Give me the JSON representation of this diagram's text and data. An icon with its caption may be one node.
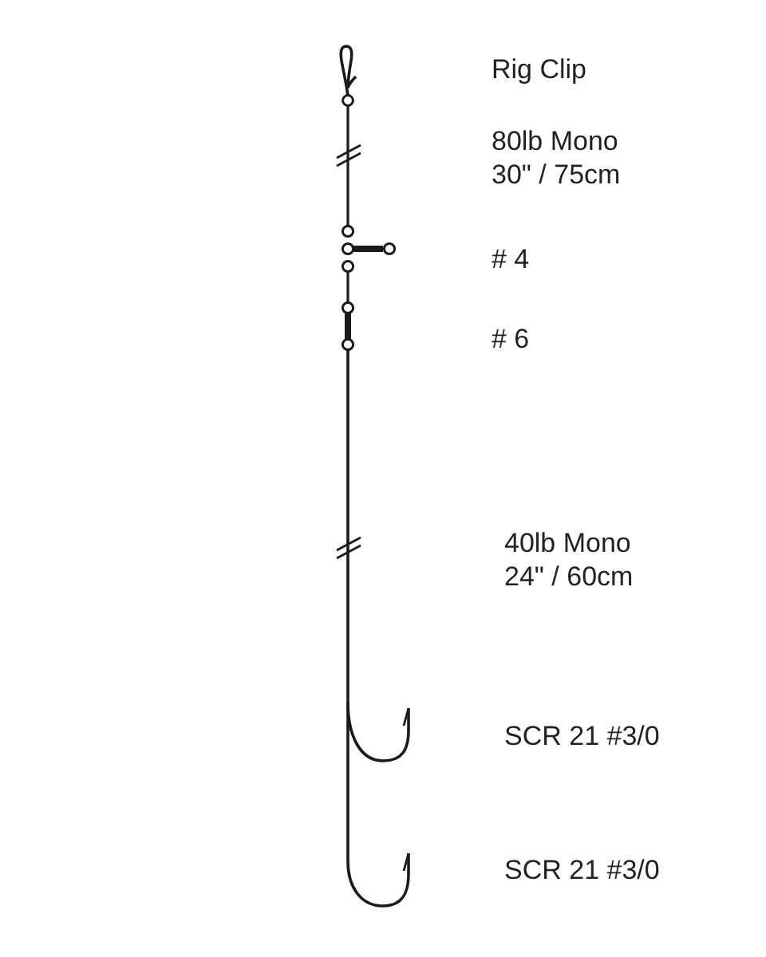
{
  "diagram": {
    "labels": [
      "Rig Clip",
      "80lb Mono 30\" / 75cm",
      "# 4",
      "# 6",
      "40lb Mono 24\" / 60cm",
      "SCR 21 #3/0",
      "SCR 21 #3/0"
    ]
  }
}
